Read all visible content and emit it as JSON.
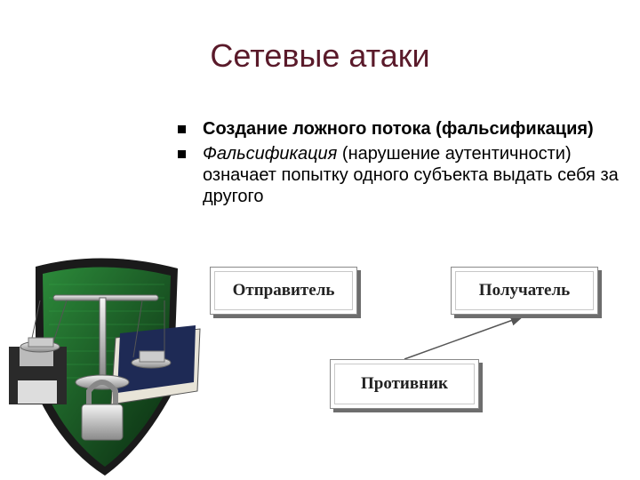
{
  "slide": {
    "title": "Сетевые атаки",
    "bullets": [
      {
        "text": "Создание ложного потока (фальсификация)"
      },
      {
        "em": "Фальсификация",
        "rest": " (нарушение аутентичности) означает попытку одного субъекта выдать себя за другого"
      }
    ]
  },
  "diagram": {
    "sender": "Отправитель",
    "receiver": "Получатель",
    "opponent": "Противник"
  },
  "colors": {
    "title": "#5a1a2a",
    "shield_green": "#1f6b2a",
    "shield_dark": "#0a2a10"
  },
  "icons": [
    "security-clipart-icon"
  ]
}
